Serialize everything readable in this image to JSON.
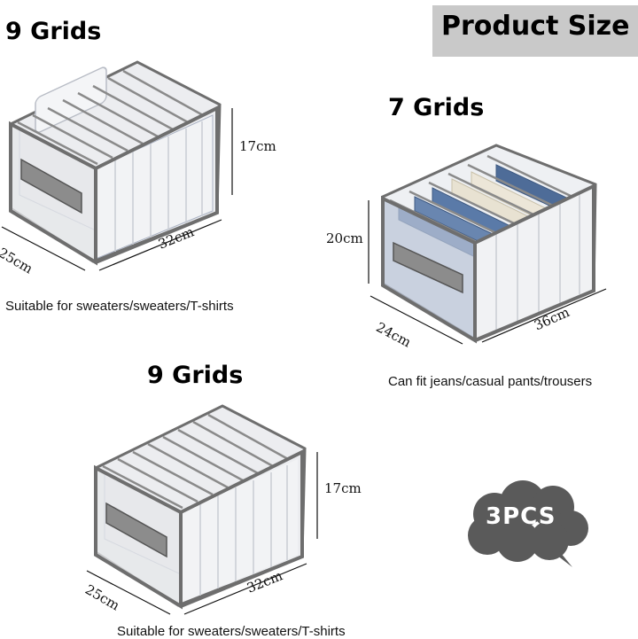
{
  "banner": {
    "label": "Product Size"
  },
  "products": [
    {
      "title": "9 Grids",
      "height": "17cm",
      "depth": "25cm",
      "width": "32cm",
      "caption": "Suitable for sweaters/sweaters/T-shirts"
    },
    {
      "title": "7 Grids",
      "height": "20cm",
      "depth": "24cm",
      "width": "36cm",
      "caption": "Can fit jeans/casual pants/trousers"
    },
    {
      "title": "9 Grids",
      "height": "17cm",
      "depth": "25cm",
      "width": "32cm",
      "caption": "Suitable for sweaters/sweaters/T-shirts"
    }
  ],
  "badge": {
    "label": "3PCS"
  },
  "colors": {
    "banner_bg": "#c9c9c9",
    "badge_bg": "#5a5a5a",
    "frame": "#6e6e6e",
    "jeans": "#5a7aa8"
  }
}
